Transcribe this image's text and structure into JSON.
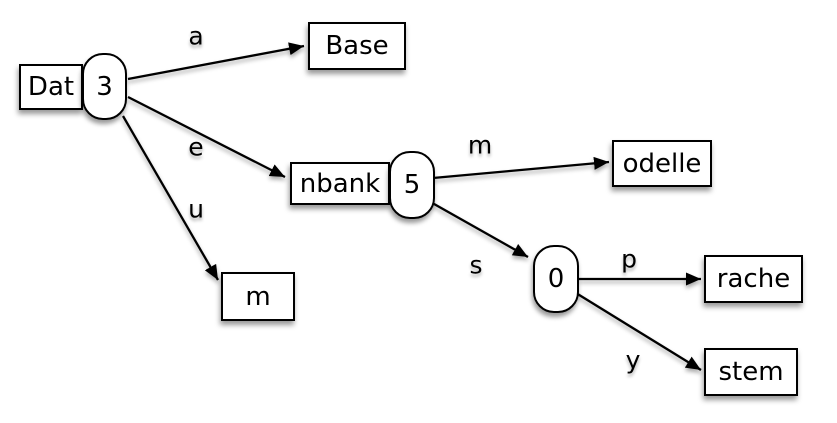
{
  "diagram": {
    "background_color": "#ffffff",
    "stroke_color": "#000000",
    "node_fill_color": "#ffffff",
    "nodes": {
      "root": {
        "label": "Dat",
        "count": "3"
      },
      "base": {
        "label": "Base"
      },
      "nbank": {
        "label": "nbank",
        "count": "5"
      },
      "m": {
        "label": "m"
      },
      "odelle": {
        "label": "odelle"
      },
      "zero": {
        "count": "0"
      },
      "rache": {
        "label": "rache"
      },
      "stem": {
        "label": "stem"
      }
    },
    "edges": {
      "a": {
        "label": "a",
        "from": "root",
        "to": "base"
      },
      "e": {
        "label": "e",
        "from": "root",
        "to": "nbank"
      },
      "u": {
        "label": "u",
        "from": "root",
        "to": "m"
      },
      "m": {
        "label": "m",
        "from": "nbank",
        "to": "odelle"
      },
      "s": {
        "label": "s",
        "from": "nbank",
        "to": "zero"
      },
      "p": {
        "label": "p",
        "from": "zero",
        "to": "rache"
      },
      "y": {
        "label": "y",
        "from": "zero",
        "to": "stem"
      }
    }
  }
}
